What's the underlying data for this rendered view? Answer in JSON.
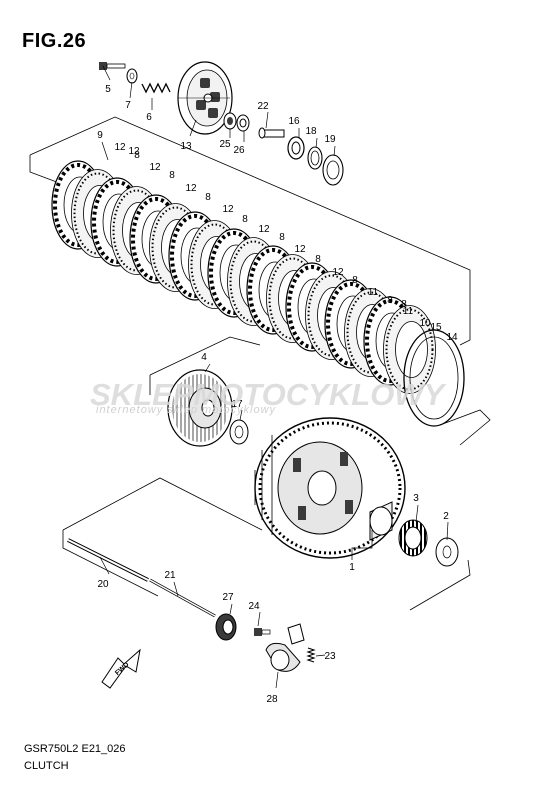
{
  "figure_label": "FIG.26",
  "model_code": "GSR750L2 E21_026",
  "section_name": "CLUTCH",
  "watermark": {
    "brand": "SKLEPMOTOCYKLOWY",
    "tagline": "internetowy sklep motocyklowy"
  },
  "accent_colors": {
    "line": "#000000",
    "plate_fill": "#e6e6e6",
    "dark_fill": "#3a3a3a",
    "watermark": "#d9d9d9"
  },
  "forward_marker": {
    "label": "FWD",
    "icon": "forward-arrow-icon"
  },
  "callouts": [
    {
      "id": "c5",
      "text": "5"
    },
    {
      "id": "c7",
      "text": "7"
    },
    {
      "id": "c6",
      "text": "6"
    },
    {
      "id": "c13",
      "text": "13"
    },
    {
      "id": "c25",
      "text": "25"
    },
    {
      "id": "c26",
      "text": "26"
    },
    {
      "id": "c22",
      "text": "22"
    },
    {
      "id": "c16",
      "text": "16"
    },
    {
      "id": "c18",
      "text": "18"
    },
    {
      "id": "c19",
      "text": "19"
    },
    {
      "id": "c9",
      "text": "9"
    },
    {
      "id": "c12a",
      "text": "12"
    },
    {
      "id": "c8a",
      "text": "8"
    },
    {
      "id": "c12b",
      "text": "12"
    },
    {
      "id": "c8b",
      "text": "8"
    },
    {
      "id": "c12c",
      "text": "12"
    },
    {
      "id": "c8c",
      "text": "8"
    },
    {
      "id": "c12d",
      "text": "12"
    },
    {
      "id": "c8d",
      "text": "8"
    },
    {
      "id": "c12e",
      "text": "12"
    },
    {
      "id": "c8e",
      "text": "8"
    },
    {
      "id": "c12f",
      "text": "12"
    },
    {
      "id": "c8f",
      "text": "8"
    },
    {
      "id": "c12g",
      "text": "12"
    },
    {
      "id": "c8g",
      "text": "8"
    },
    {
      "id": "c12h",
      "text": "12"
    },
    {
      "id": "c8h",
      "text": "8"
    },
    {
      "id": "c11a",
      "text": "11"
    },
    {
      "id": "c8i",
      "text": "8"
    },
    {
      "id": "c11b",
      "text": "11"
    },
    {
      "id": "c10",
      "text": "10"
    },
    {
      "id": "c15",
      "text": "15"
    },
    {
      "id": "c14",
      "text": "14"
    },
    {
      "id": "c4",
      "text": "4"
    },
    {
      "id": "c17",
      "text": "17"
    },
    {
      "id": "c3",
      "text": "3"
    },
    {
      "id": "c2",
      "text": "2"
    },
    {
      "id": "c1",
      "text": "1"
    },
    {
      "id": "c20",
      "text": "20"
    },
    {
      "id": "c21",
      "text": "21"
    },
    {
      "id": "c27",
      "text": "27"
    },
    {
      "id": "c24",
      "text": "24"
    },
    {
      "id": "c23",
      "text": "23"
    },
    {
      "id": "c28",
      "text": "28"
    }
  ]
}
